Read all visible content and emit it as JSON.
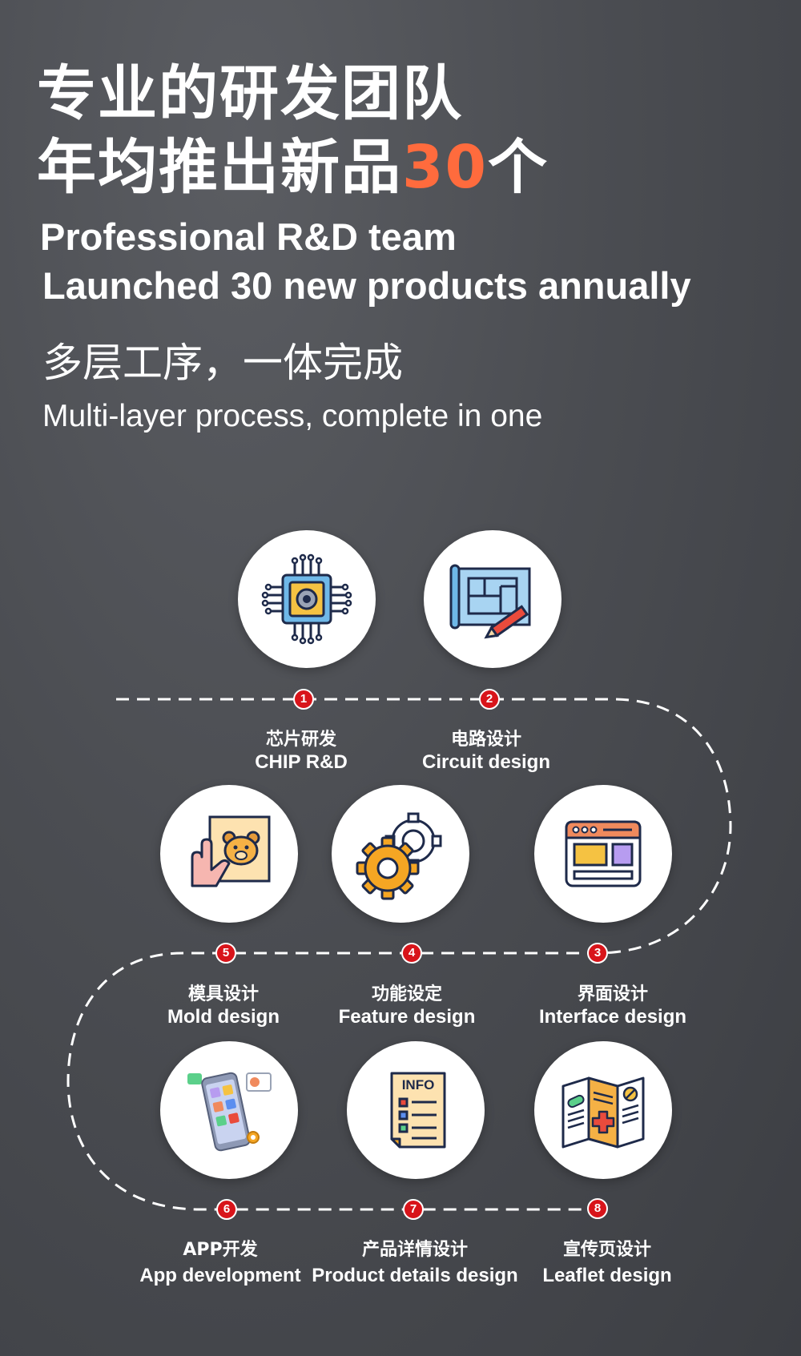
{
  "header": {
    "title_line1": "专业的研发团队",
    "title_line2_prefix": "年均推出新品",
    "title_line2_number": "30",
    "title_line2_suffix": "个",
    "title_en_line1": "Professional R&D team",
    "title_en_line2": "Launched 30 new products annually",
    "subtitle_cn": "多层工序，一体完成",
    "subtitle_en": "Multi-layer process, complete in one"
  },
  "colors": {
    "accent": "#ff6b3d",
    "badge": "#d8141a",
    "path": "#ffffff"
  },
  "steps": [
    {
      "number": "1",
      "cn": "芯片研发",
      "en": "CHIP R&D",
      "icon": "chip-icon"
    },
    {
      "number": "2",
      "cn": "电路设计",
      "en": "Circuit design",
      "icon": "blueprint-icon"
    },
    {
      "number": "3",
      "cn": "界面设计",
      "en": "Interface design",
      "icon": "browser-window-icon"
    },
    {
      "number": "4",
      "cn": "功能设定",
      "en": "Feature design",
      "icon": "gears-icon"
    },
    {
      "number": "5",
      "cn": "模具设计",
      "en": "Mold design",
      "icon": "bear-mold-icon"
    },
    {
      "number": "6",
      "cn": "APP开发",
      "en": "App development",
      "icon": "mobile-app-icon"
    },
    {
      "number": "7",
      "cn": "产品详情设计",
      "en": "Product details design",
      "icon": "info-document-icon"
    },
    {
      "number": "8",
      "cn": "宣传页设计",
      "en": "Leaflet design",
      "icon": "leaflet-icon"
    }
  ]
}
